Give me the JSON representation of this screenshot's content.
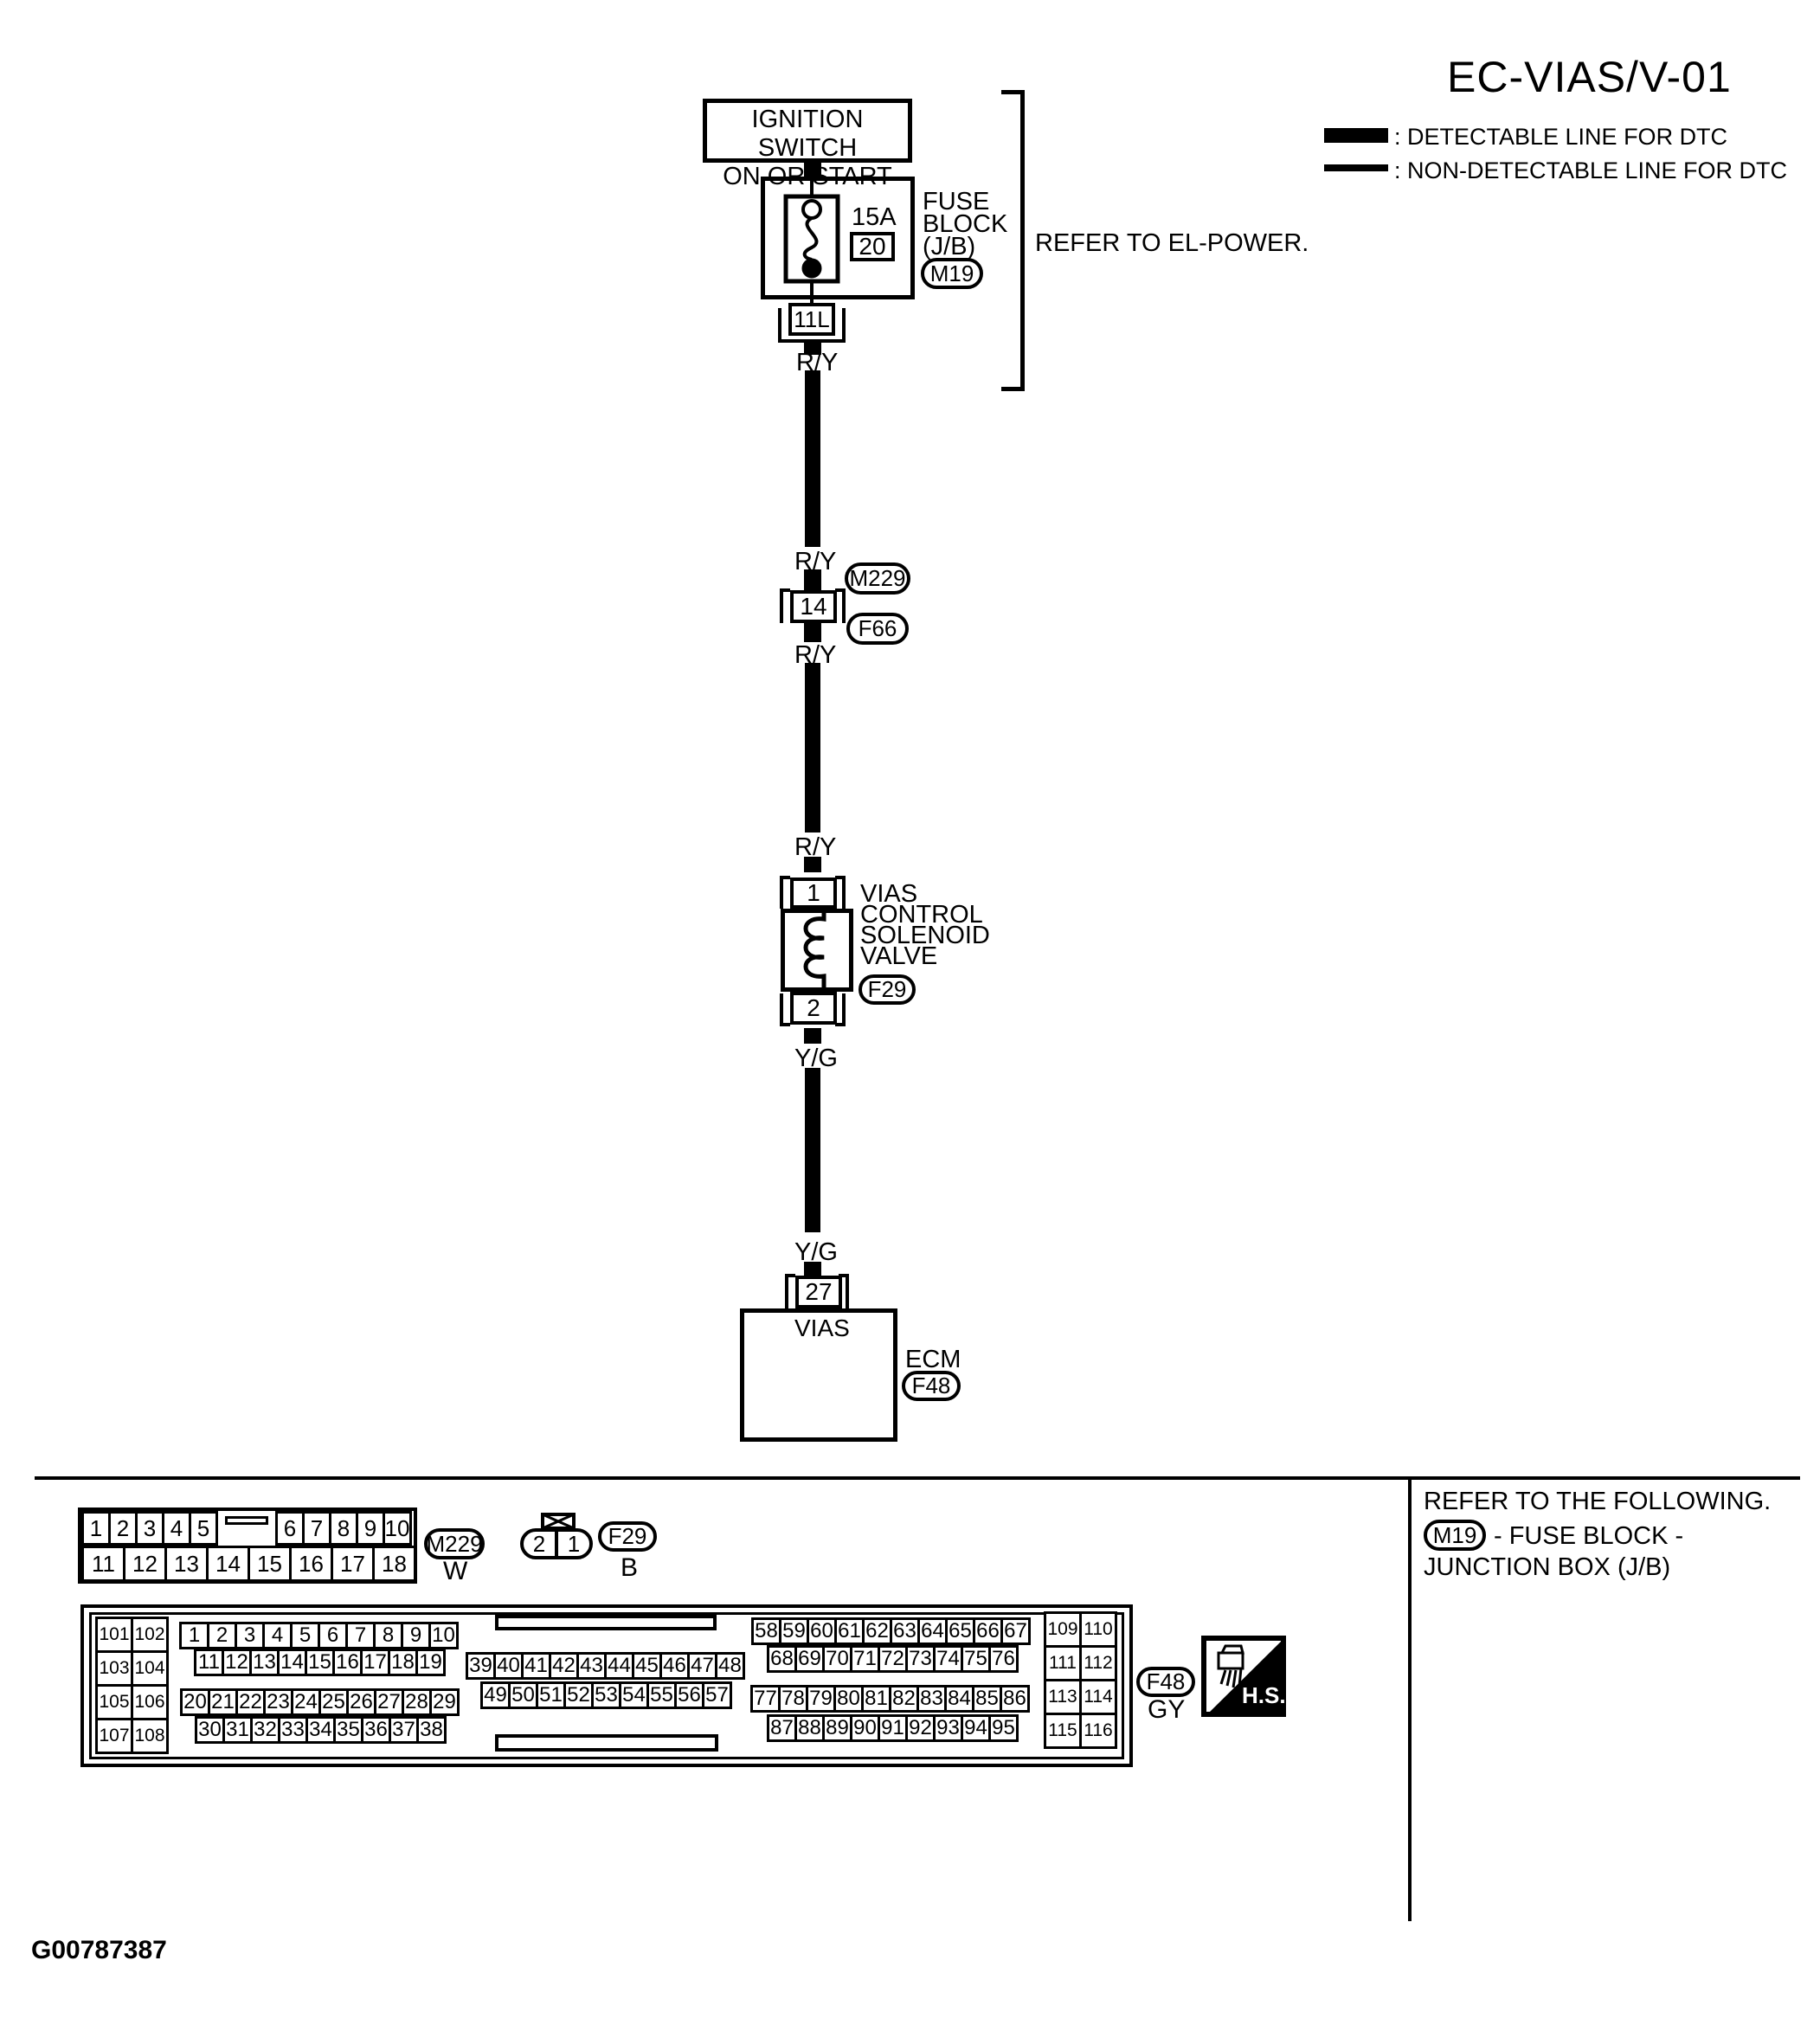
{
  "title": "EC-VIAS/V-01",
  "legend": {
    "detectable": ": DETECTABLE LINE FOR DTC",
    "non_detectable": ": NON-DETECTABLE LINE FOR DTC"
  },
  "power": {
    "ignition_line1": "IGNITION SWITCH",
    "ignition_line2": "ON OR START",
    "fuse_amp": "15A",
    "fuse_num": "20",
    "fuse_block_line1": "FUSE",
    "fuse_block_line2": "BLOCK",
    "fuse_block_line3": "(J/B)",
    "fuse_block_ref": "M19",
    "refer": "REFER TO EL-POWER.",
    "pin_11l": "11L"
  },
  "wires": {
    "w1": "R/Y",
    "w2": "R/Y",
    "w3": "R/Y",
    "w4": "R/Y",
    "w5": "Y/G",
    "w6": "Y/G"
  },
  "junction": {
    "pin": "14",
    "conn_top": "M229",
    "conn_bottom": "F66"
  },
  "solenoid": {
    "pin_top": "1",
    "pin_bottom": "2",
    "line1": "VIAS",
    "line2": "CONTROL",
    "line3": "SOLENOID",
    "line4": "VALVE",
    "ref": "F29"
  },
  "ecm": {
    "pin": "27",
    "pin_label": "VIAS",
    "label": "ECM",
    "ref": "F48"
  },
  "connectors": {
    "m229": {
      "id": "M229",
      "color": "W",
      "row_top_left": [
        "1",
        "2",
        "3",
        "4",
        "5"
      ],
      "row_top_right": [
        "6",
        "7",
        "8",
        "9",
        "10"
      ],
      "row_bottom": [
        "11",
        "12",
        "13",
        "14",
        "15",
        "16",
        "17",
        "18"
      ]
    },
    "f29": {
      "id": "F29",
      "color": "B",
      "cells": [
        "2",
        "1"
      ]
    },
    "f48": {
      "id": "F48",
      "color": "GY",
      "grid_left": [
        [
          "101",
          "102"
        ],
        [
          "103",
          "104"
        ],
        [
          "105",
          "106"
        ],
        [
          "107",
          "108"
        ]
      ],
      "grid_right": [
        [
          "109",
          "110"
        ],
        [
          "111",
          "112"
        ],
        [
          "113",
          "114"
        ],
        [
          "115",
          "116"
        ]
      ],
      "rows": {
        "a1": [
          "1",
          "2",
          "3",
          "4",
          "5",
          "6",
          "7",
          "8",
          "9",
          "10"
        ],
        "a2": [
          "11",
          "12",
          "13",
          "14",
          "15",
          "16",
          "17",
          "18",
          "19"
        ],
        "a3": [
          "20",
          "21",
          "22",
          "23",
          "24",
          "25",
          "26",
          "27",
          "28",
          "29"
        ],
        "a4": [
          "30",
          "31",
          "32",
          "33",
          "34",
          "35",
          "36",
          "37",
          "38"
        ],
        "b1": [
          "39",
          "40",
          "41",
          "42",
          "43",
          "44",
          "45",
          "46",
          "47",
          "48"
        ],
        "b2": [
          "49",
          "50",
          "51",
          "52",
          "53",
          "54",
          "55",
          "56",
          "57"
        ],
        "c1": [
          "58",
          "59",
          "60",
          "61",
          "62",
          "63",
          "64",
          "65",
          "66",
          "67"
        ],
        "c2": [
          "68",
          "69",
          "70",
          "71",
          "72",
          "73",
          "74",
          "75",
          "76"
        ],
        "d1": [
          "77",
          "78",
          "79",
          "80",
          "81",
          "82",
          "83",
          "84",
          "85",
          "86"
        ],
        "d2": [
          "87",
          "88",
          "89",
          "90",
          "91",
          "92",
          "93",
          "94",
          "95"
        ]
      }
    }
  },
  "hs_label": "H.S.",
  "refer_following": {
    "line1": "REFER TO THE FOLLOWING.",
    "ref": "M19",
    "line2": "- FUSE BLOCK -",
    "line3": "JUNCTION BOX (J/B)"
  },
  "figure_id": "G00787387"
}
